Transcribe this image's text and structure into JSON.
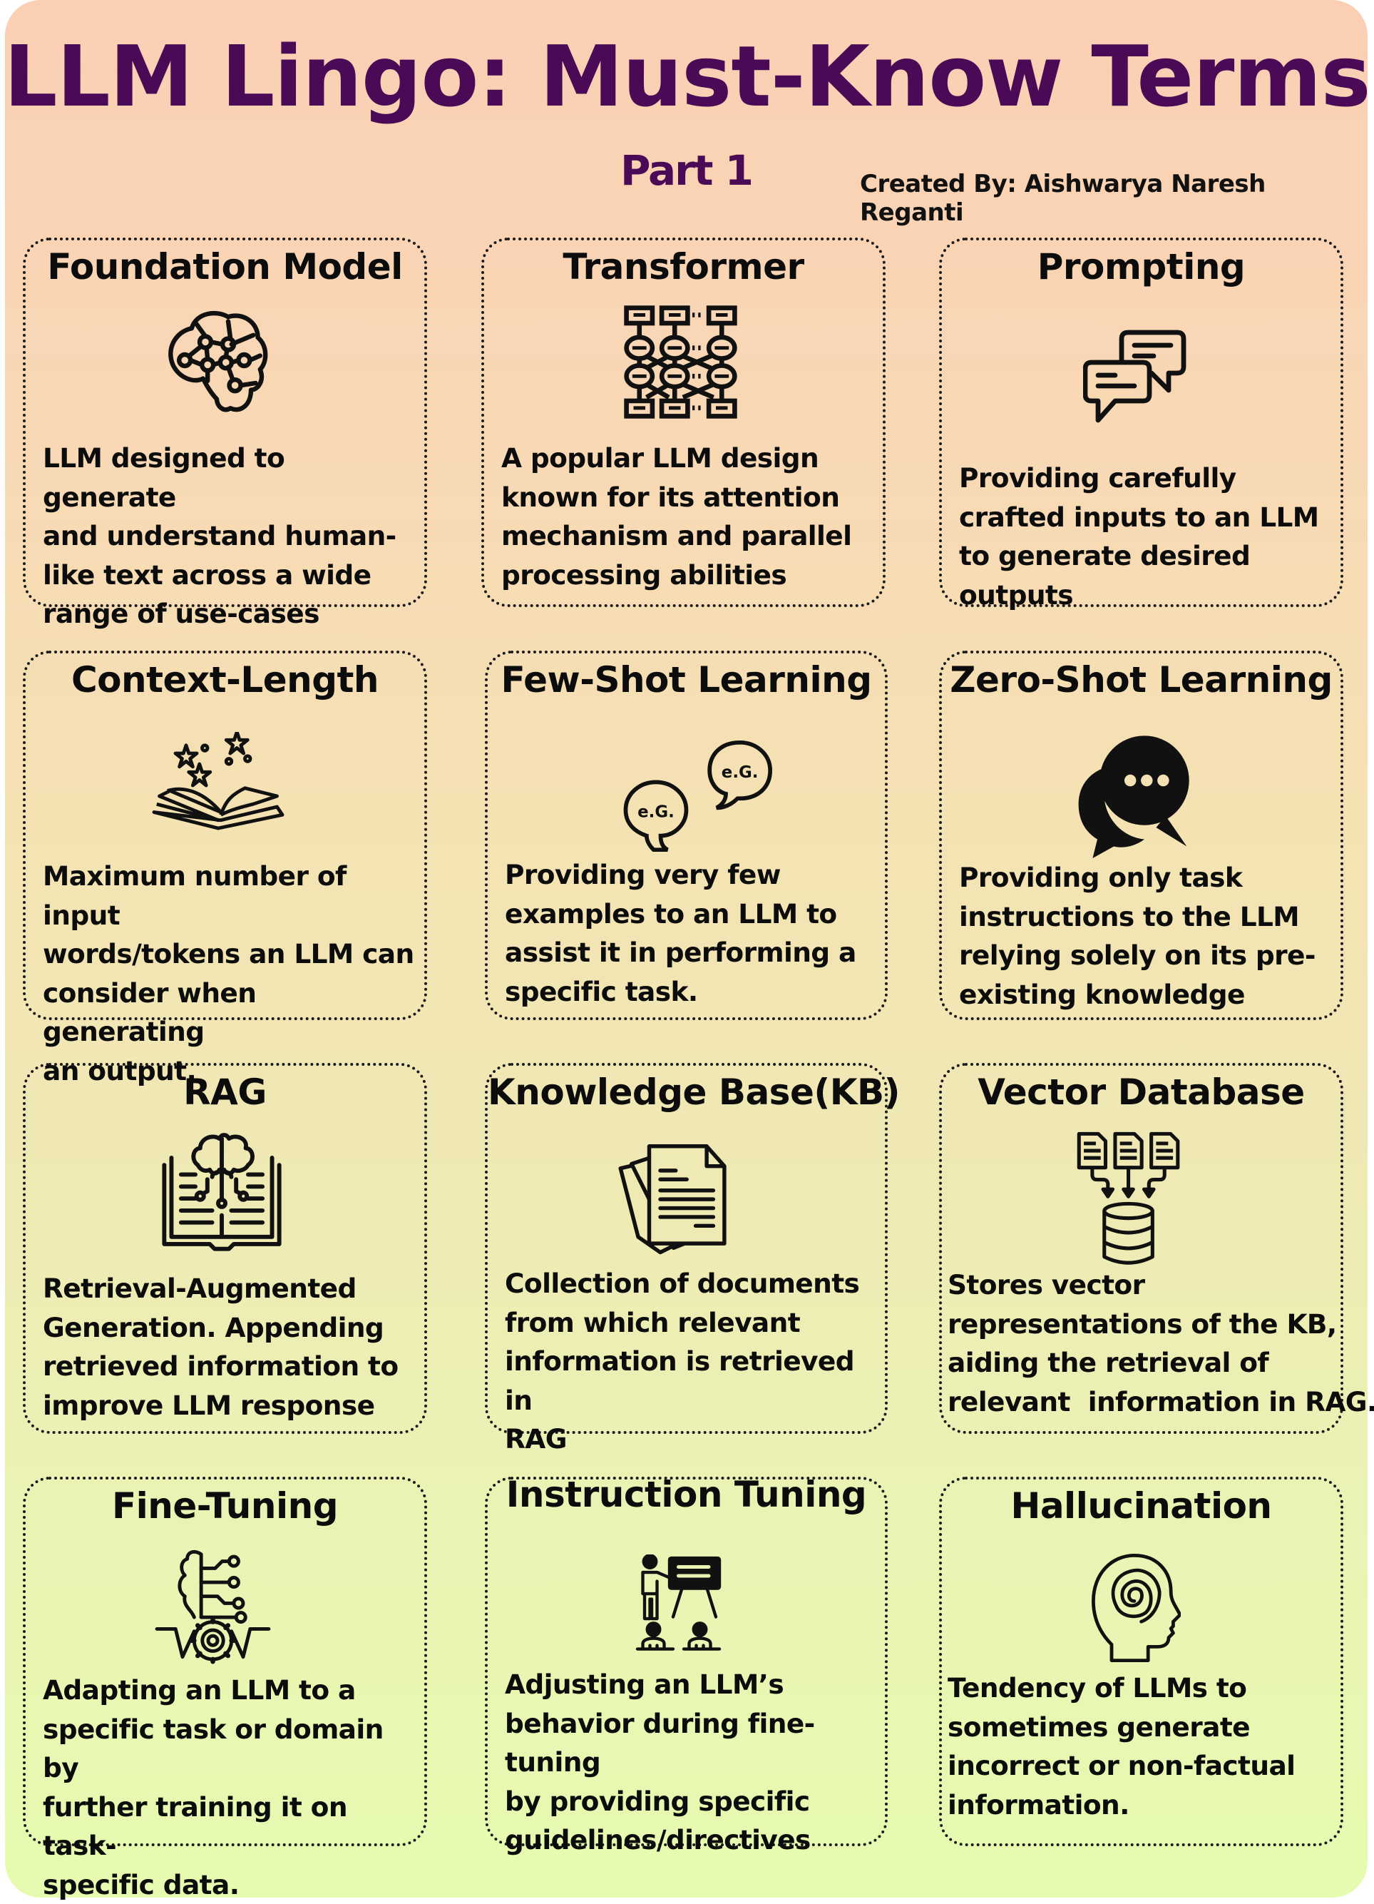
{
  "header": {
    "title": "LLM Lingo: Must-Know Terms",
    "subtitle": "Part 1",
    "credit": "Created By: Aishwarya Naresh Reganti"
  },
  "colors": {
    "title": "#4a0a55",
    "background_top": "#fbcfb4",
    "background_bottom": "#e6fbb0",
    "text": "#0c0c0c",
    "border": "#1a1a1a"
  },
  "terms": [
    {
      "title": "Foundation Model",
      "icon": "brain-network-icon",
      "lines": [
        "LLM designed to generate",
        "and understand human-",
        "like text across a wide",
        "range of use-cases"
      ]
    },
    {
      "title": "Transformer",
      "icon": "transformer-network-icon",
      "lines": [
        "A popular LLM design",
        "known for its attention",
        "mechanism and parallel",
        "processing abilities"
      ]
    },
    {
      "title": "Prompting",
      "icon": "chat-bubbles-icon",
      "lines": [
        "Providing carefully",
        "crafted inputs to an LLM",
        "to generate desired",
        "outputs"
      ]
    },
    {
      "title": "Context-Length",
      "icon": "open-book-stars-icon",
      "lines": [
        "Maximum number of input",
        "words/tokens an LLM can",
        "consider when generating",
        "an output."
      ]
    },
    {
      "title": "Few-Shot Learning",
      "icon": "eg-speech-bubbles-icon",
      "bubble_text": "e.G.",
      "lines": [
        "Providing very few",
        "examples to an LLM to",
        "assist it in performing a",
        "specific task."
      ]
    },
    {
      "title": "Zero-Shot Learning",
      "icon": "filled-chat-bubbles-icon",
      "lines": [
        "Providing only task",
        "instructions to the LLM",
        "relying solely on its pre-",
        "existing knowledge"
      ]
    },
    {
      "title": "RAG",
      "icon": "brain-book-icon",
      "lines": [
        "Retrieval-Augmented",
        "Generation. Appending",
        "retrieved information to",
        "improve LLM response"
      ]
    },
    {
      "title": "Knowledge Base(KB)",
      "icon": "document-stack-icon",
      "lines": [
        "Collection of documents",
        "from which relevant",
        "information is retrieved in",
        "RAG"
      ]
    },
    {
      "title": "Vector Database",
      "icon": "documents-to-database-icon",
      "lines": [
        "Stores vector",
        "representations of the KB,",
        "aiding the retrieval of",
        "relevant  information in RAG."
      ]
    },
    {
      "title": "Fine-Tuning",
      "icon": "brain-circuit-gear-icon",
      "lines": [
        "Adapting an LLM to a",
        "specific task or domain by",
        "further training it on task-",
        "specific data."
      ]
    },
    {
      "title": "Instruction Tuning",
      "icon": "teacher-students-icon",
      "lines": [
        "Adjusting an LLM’s",
        "behavior during fine-tuning",
        "by providing specific",
        "guidelines/directives"
      ]
    },
    {
      "title": "Hallucination",
      "icon": "spiral-head-icon",
      "lines": [
        "Tendency of LLMs to",
        "sometimes generate",
        "incorrect or non-factual",
        "information."
      ]
    }
  ]
}
